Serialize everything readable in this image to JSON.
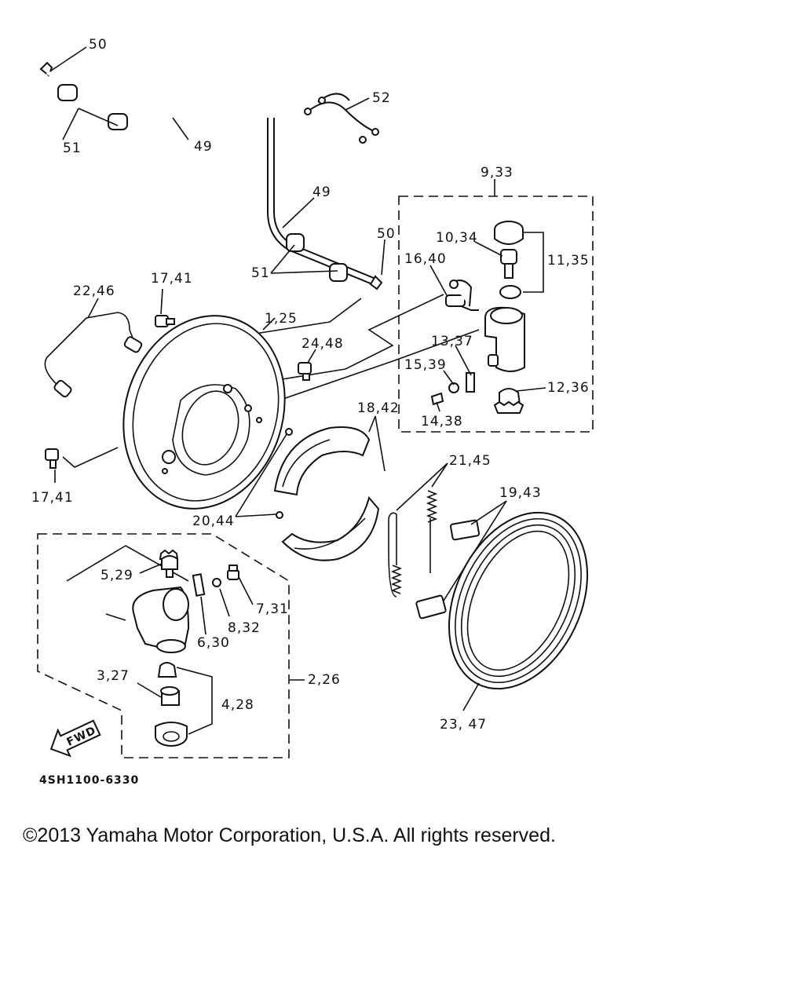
{
  "callouts": {
    "c50a": "50",
    "c51a": "51",
    "c49a": "49",
    "c52": "52",
    "c49b": "49",
    "c50b": "50",
    "c51b": "51",
    "c933": "9,33",
    "c1034": "10,34",
    "c1135": "11,35",
    "c1640": "16,40",
    "c2246": "22,46",
    "c1741a": "17,41",
    "c125": "1,25",
    "c2448": "24,48",
    "c1337": "13,37",
    "c1539": "15,39",
    "c1236": "12,36",
    "c1438": "14,38",
    "c1842": "18,42",
    "c1741b": "17,41",
    "c2145": "21,45",
    "c1943": "19,43",
    "c2044": "20,44",
    "c529": "5,29",
    "c731": "7,31",
    "c832": "8,32",
    "c630": "6,30",
    "c327": "3,27",
    "c226": "2,26",
    "c428": "4,28",
    "c2347": "23, 47"
  },
  "fwd": "FWD",
  "diagram_code": "4SH1100-6330",
  "copyright": "©2013 Yamaha Motor Corporation, U.S.A. All rights reserved."
}
